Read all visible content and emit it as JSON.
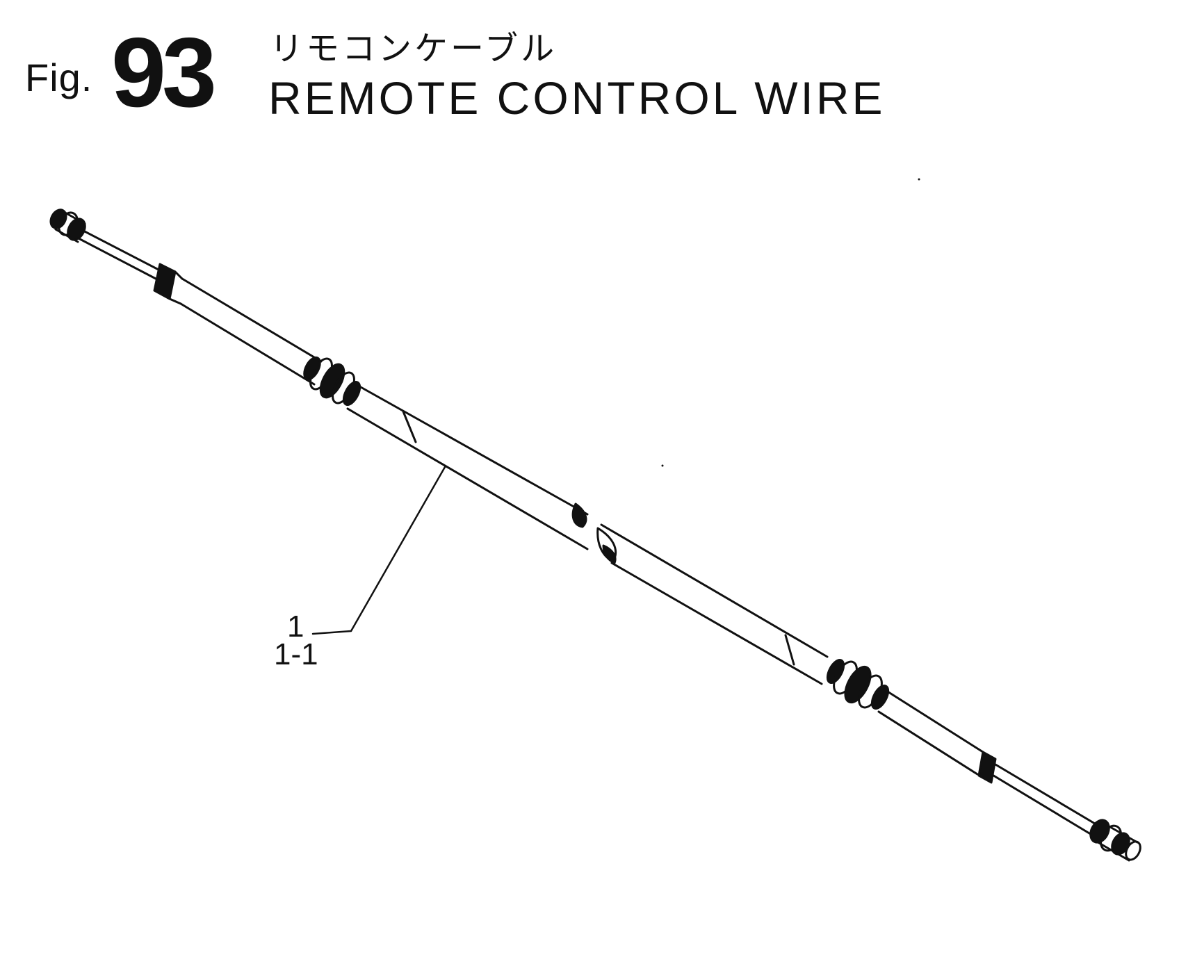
{
  "header": {
    "fig_prefix": "Fig.",
    "fig_number": "93",
    "title_jp": "リモコンケーブル",
    "title_en": "REMOTE CONTROL WIRE"
  },
  "callout": {
    "line1": "1",
    "line2": "1-1"
  },
  "colors": {
    "ink": "#111111",
    "paper": "#ffffff"
  }
}
